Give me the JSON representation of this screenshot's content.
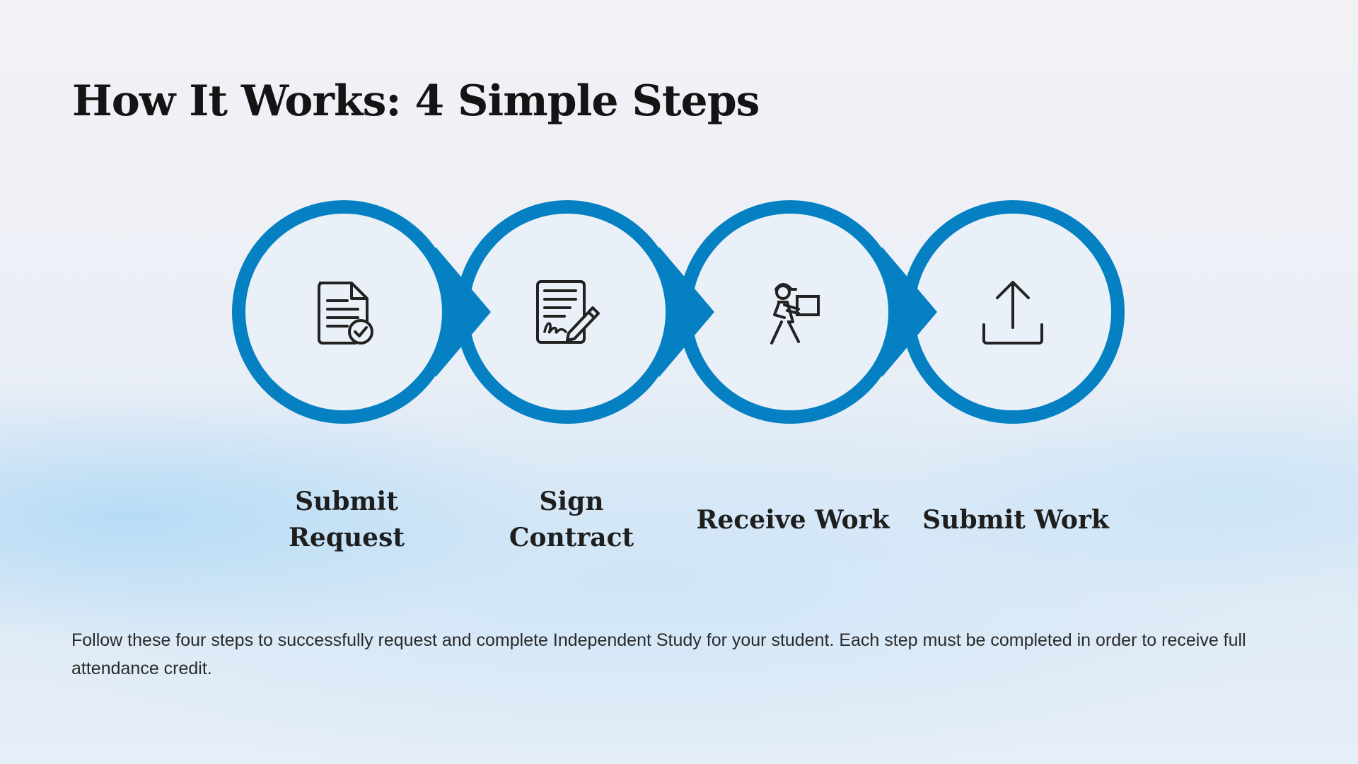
{
  "title": "How It Works: 4 Simple Steps",
  "accent_color": "#0580c2",
  "icon_color": "#222222",
  "steps": [
    {
      "label": "Submit Request",
      "icon": "document-check-icon"
    },
    {
      "label": "Sign Contract",
      "icon": "contract-signature-icon"
    },
    {
      "label": "Receive Work",
      "icon": "delivery-person-icon"
    },
    {
      "label": "Submit Work",
      "icon": "upload-icon"
    }
  ],
  "description": "Follow these four steps to successfully request and complete Independent Study for your student. Each step must be completed in order to receive full attendance credit."
}
